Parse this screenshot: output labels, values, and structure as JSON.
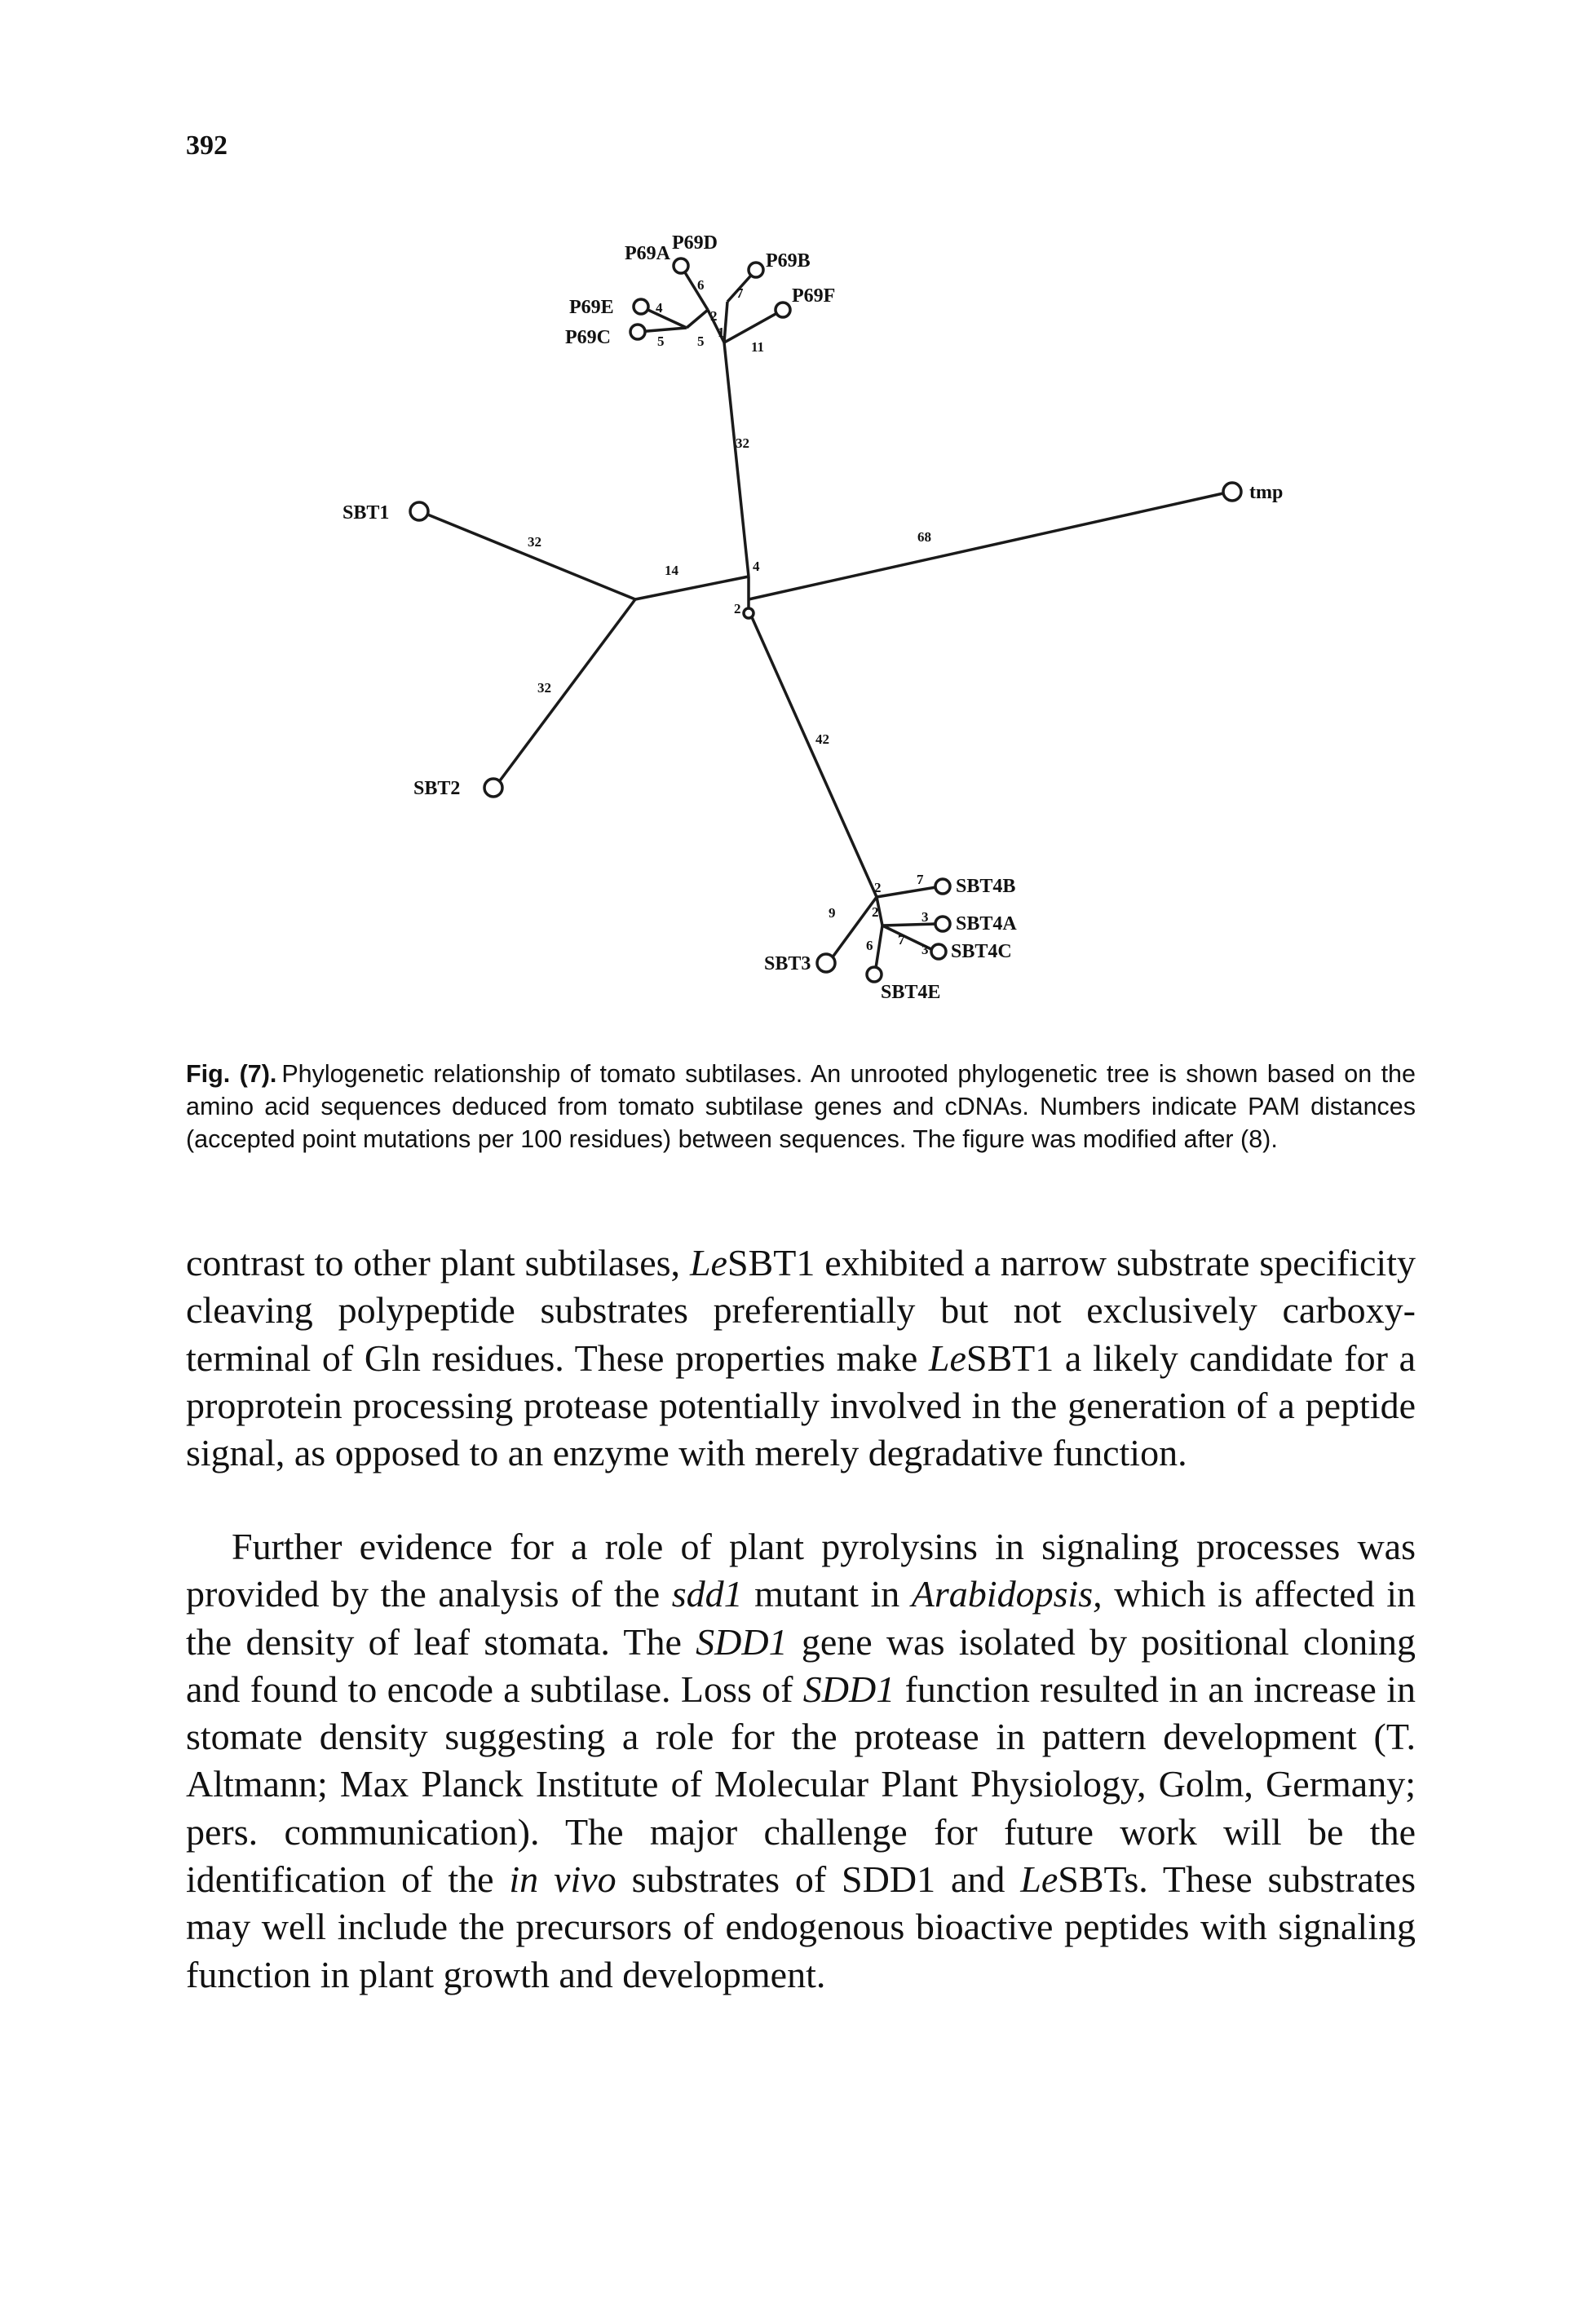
{
  "page": {
    "page_number": "392"
  },
  "figure": {
    "leaves": {
      "p69a": "P69A",
      "p69d": "P69D",
      "p69b": "P69B",
      "p69e": "P69E",
      "p69f": "P69F",
      "p69c": "P69C",
      "sbt1": "SBT1",
      "tmp": "tmp",
      "sbt2": "SBT2",
      "sbt4b": "SBT4B",
      "sbt4a": "SBT4A",
      "sbt3": "SBT3",
      "sbt4c": "SBT4C",
      "sbt4e": "SBT4E"
    },
    "distances": {
      "p69a": "6",
      "p69b": "7",
      "p69e": "4",
      "p69c": "5",
      "p69_int_a": "5",
      "p69_int_b": "2",
      "p69_int_c": "1",
      "p69f": "11",
      "p69_stem": "32",
      "sbt1": "32",
      "tmp": "68",
      "sbt1_int": "14",
      "center_up": "4",
      "center_down": "2",
      "sbt2": "32",
      "sbt4_stem": "42",
      "sbt4_int": "2",
      "sbt4b": "7",
      "sbt3": "9",
      "sbt4_int2": "2",
      "sbt4a": "3",
      "sbt4e": "6",
      "sbt4_int3": "7",
      "sbt4c": "3"
    },
    "caption": {
      "label": "Fig. (7).",
      "text": "Phylogenetic relationship of tomato subtilases. An unrooted phylogenetic tree is shown based on the amino acid sequences deduced from tomato subtilase genes and cDNAs. Numbers indicate PAM distances (accepted point mutations per 100 residues) between sequences. The figure was modified after (8)."
    }
  },
  "body": {
    "p1": [
      "contrast to other plant subtilases, ",
      "Le",
      "SBT1 exhibited a narrow substrate specificity cleaving polypeptide substrates preferentially but not exclusively carboxy-terminal of Gln residues. These properties make ",
      "Le",
      "SBT1 a likely candidate for a proprotein processing protease potentially involved in the generation of a peptide signal, as opposed to an enzyme with merely degradative function."
    ],
    "p2": [
      "Further evidence for a role of plant pyrolysins in signaling processes was provided by the analysis of the ",
      "sdd1",
      " mutant in ",
      "Arabidopsis,",
      " which is affected in the density of leaf stomata. The ",
      "SDD1",
      " gene was isolated by positional cloning and found to encode a subtilase. Loss of ",
      "SDD1",
      " function resulted in an increase in stomate density suggesting a role for the protease in pattern development (T. Altmann; Max Planck Institute of Molecular Plant Physiology, Golm, Germany; pers. communication). The major challenge for future work will be the identification of the ",
      "in vivo",
      " substrates of SDD1 and ",
      "Le",
      "SBTs. These substrates may well include the precursors of endogenous bioactive peptides with signaling function in plant growth and development."
    ]
  }
}
